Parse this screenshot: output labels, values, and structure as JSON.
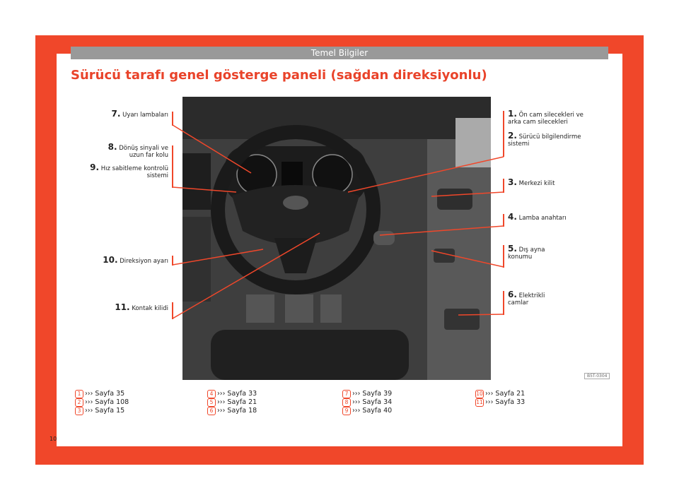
{
  "header": {
    "section": "Temel Bilgiler"
  },
  "title": "Sürücü tarafı genel gösterge paneli (sağdan direksiyonlu)",
  "photo_code": "B5T-0304",
  "callouts": {
    "c7": {
      "num": "7.",
      "text": "Uyarı lambaları"
    },
    "c8": {
      "num": "8.",
      "line1": "Dönüş sinyali ve",
      "line2": "uzun far kolu"
    },
    "c9": {
      "num": "9.",
      "line1": "Hız sabitleme kontrolü",
      "line2": "sistemi"
    },
    "c10": {
      "num": "10.",
      "text": "Direksiyon ayarı"
    },
    "c11": {
      "num": "11.",
      "text": "Kontak kilidi"
    },
    "c1": {
      "num": "1.",
      "line1": "Ön cam silecekleri ve",
      "line2": "arka cam silecekleri"
    },
    "c2": {
      "num": "2.",
      "line1": "Sürücü bilgilendirme",
      "line2": "sistemi"
    },
    "c3": {
      "num": "3.",
      "text": "Merkezi kilit"
    },
    "c4": {
      "num": "4.",
      "text": "Lamba anahtarı"
    },
    "c5": {
      "num": "5.",
      "line1": "Dış ayna",
      "line2": "konumu"
    },
    "c6": {
      "num": "6.",
      "line1": "Elektrikli",
      "line2": "camlar"
    }
  },
  "references": [
    [
      {
        "n": "1",
        "t": "››› Sayfa 35"
      },
      {
        "n": "2",
        "t": "››› Sayfa 108"
      },
      {
        "n": "3",
        "t": "››› Sayfa 15"
      }
    ],
    [
      {
        "n": "4",
        "t": "››› Sayfa 33"
      },
      {
        "n": "5",
        "t": "››› Sayfa 21"
      },
      {
        "n": "6",
        "t": "››› Sayfa 18"
      }
    ],
    [
      {
        "n": "7",
        "t": "››› Sayfa 39"
      },
      {
        "n": "8",
        "t": "››› Sayfa 34"
      },
      {
        "n": "9",
        "t": "››› Sayfa 40"
      }
    ],
    [
      {
        "n": "10",
        "t": "››› Sayfa 21"
      },
      {
        "n": "11",
        "t": "››› Sayfa 33"
      }
    ]
  ],
  "page_number": "10",
  "colors": {
    "accent": "#f0472a",
    "header_gray": "#999999"
  }
}
